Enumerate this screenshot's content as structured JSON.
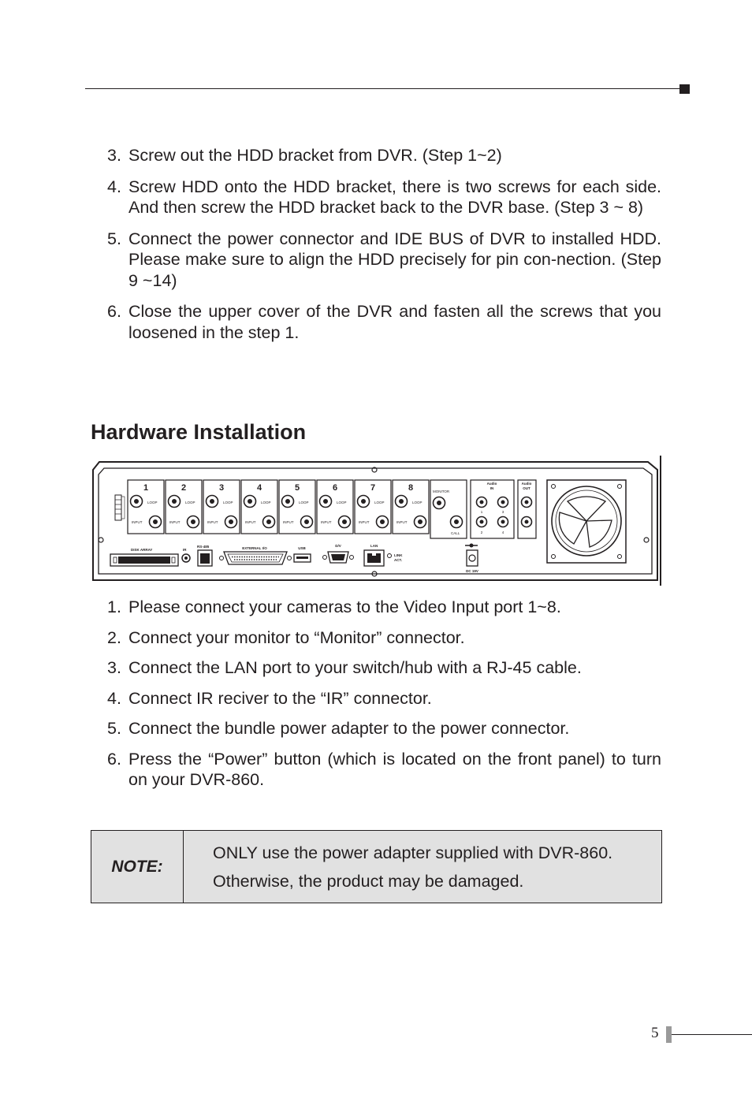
{
  "installation_steps": [
    {
      "num": "3.",
      "text": "Screw out the HDD bracket from DVR. (Step 1~2)"
    },
    {
      "num": "4.",
      "text": "Screw HDD onto the HDD bracket, there is two screws for each side. And then screw the HDD bracket back to the DVR base. (Step 3 ~ 8)"
    },
    {
      "num": "5.",
      "text": "Connect the power connector and IDE BUS of DVR to installed HDD. Please make sure to align the HDD precisely for pin con-nection. (Step 9 ~14)"
    },
    {
      "num": "6.",
      "text": "Close the upper cover of the DVR and fasten all the screws that you loosened in the step 1."
    }
  ],
  "section_heading": "Hardware Installation",
  "panel": {
    "channel_numbers": [
      "1",
      "2",
      "3",
      "4",
      "5",
      "6",
      "7",
      "8"
    ],
    "loop_label": "LOOP",
    "input_label": "INPUT",
    "monitor_label": "MONITOR",
    "call_label": "CALL",
    "audio_in_label": [
      "Audio",
      "IN"
    ],
    "audio_out_label": [
      "Audio",
      "OUT"
    ],
    "audio_in_numbers": [
      "1",
      "3",
      "2",
      "4"
    ],
    "disk_array_label": "DISK ARRAY",
    "ir_label": "IR",
    "rs485_label": "RS-485",
    "external_io_label": "EXTERNAL I/O",
    "usb_label": "USB",
    "dv_label": "D/V",
    "lan_label": "LAN",
    "link_label": "LINK",
    "act_label": "ACT.",
    "dc_label": "DC 19V"
  },
  "hardware_steps": [
    {
      "num": "1.",
      "text": "Please connect your cameras to the Video Input port 1~8."
    },
    {
      "num": "2.",
      "text": "Connect your monitor to “Monitor” connector."
    },
    {
      "num": "3.",
      "text": "Connect the LAN port to your switch/hub with a RJ-45 cable."
    },
    {
      "num": "4.",
      "text": "Connect IR reciver to the “IR” connector."
    },
    {
      "num": "5.",
      "text": "Connect the bundle power adapter to the power connector."
    },
    {
      "num": "6.",
      "text": "Press the “Power” button (which is located on the front panel) to turn on your DVR-860."
    }
  ],
  "note": {
    "label": "NOTE:",
    "text": "ONLY use the power adapter supplied with DVR-860. Otherwise, the product may be damaged."
  },
  "page_number": "5"
}
